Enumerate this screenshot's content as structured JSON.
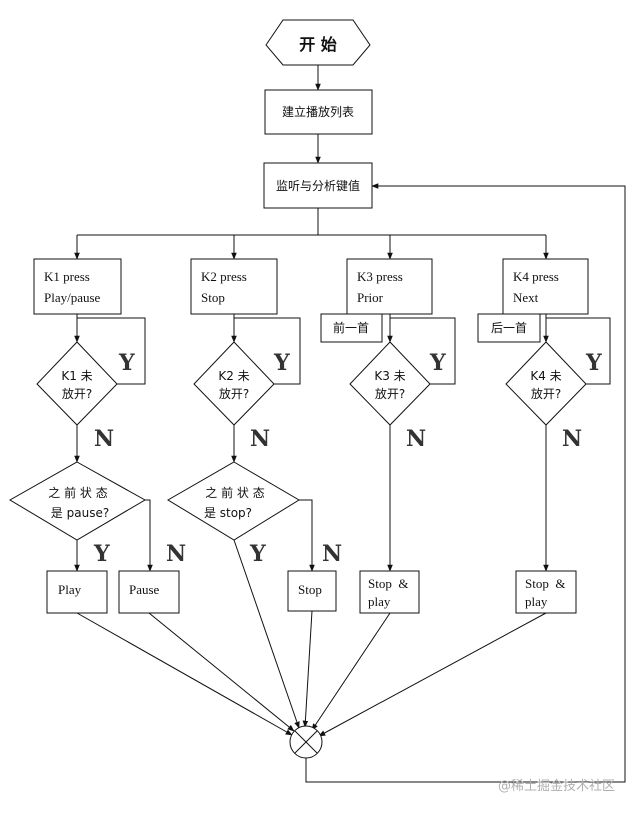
{
  "start": "开 始",
  "build_playlist": "建立播放列表",
  "listen": "监听与分析键值",
  "branches": [
    {
      "key_line1": "K1 press",
      "key_line2": "Play/pause",
      "check_line1": "K1 未",
      "check_line2": "放开?"
    },
    {
      "key_line1": "K2 press",
      "key_line2": "Stop",
      "check_line1": "K2 未",
      "check_line2": "放开?"
    },
    {
      "key_line1": "K3 press",
      "key_line2": "Prior",
      "side_label": "前一首",
      "check_line1": "K3 未",
      "check_line2": "放开?"
    },
    {
      "key_line1": "K4 press",
      "key_line2": "Next",
      "side_label": "后一首",
      "check_line1": "K4 未",
      "check_line2": "放开?"
    }
  ],
  "state_checks": [
    {
      "line1": "之 前 状 态",
      "line2": "是 pause?"
    },
    {
      "line1": "之 前 状 态",
      "line2": "是 stop?"
    }
  ],
  "actions": {
    "play": "Play",
    "pause": "Pause",
    "stop": "Stop",
    "stop_play_3_line1": "Stop  &",
    "stop_play_3_line2": "play",
    "stop_play_4_line1": "Stop  &",
    "stop_play_4_line2": "play"
  },
  "yes": "Y",
  "no": "N",
  "watermark": "@稀土掘金技术社区"
}
